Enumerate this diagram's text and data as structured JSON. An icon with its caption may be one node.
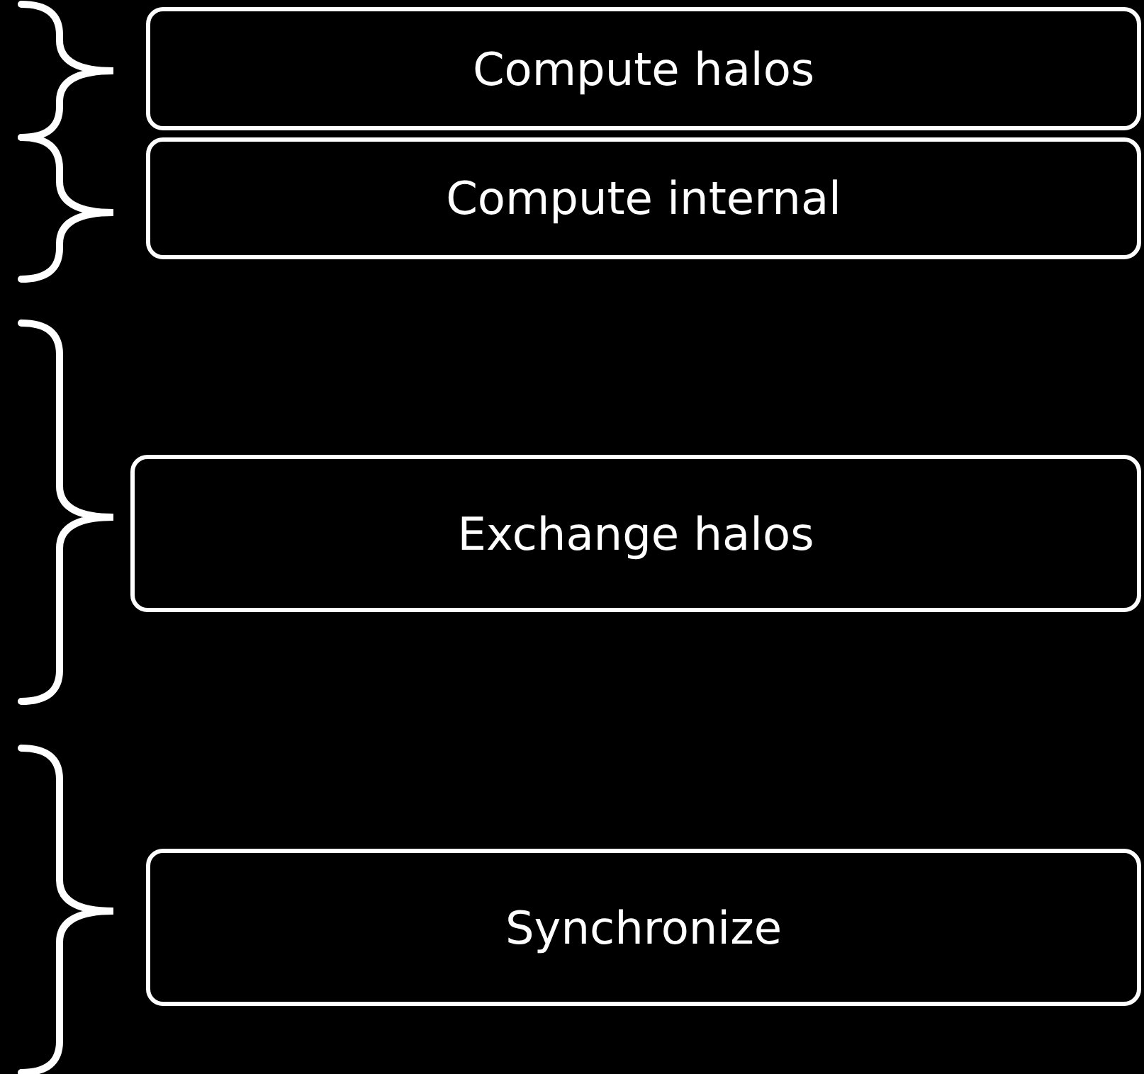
{
  "diagram": {
    "nodes": [
      {
        "text": [
          "Compute halos"
        ]
      },
      {
        "text": [
          "Compute internal"
        ]
      },
      {
        "text": [
          "Exchange halos"
        ]
      },
      {
        "text": [
          "Synchronize"
        ]
      }
    ]
  }
}
